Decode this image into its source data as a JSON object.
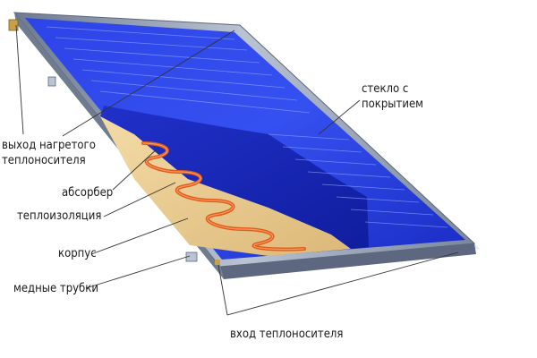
{
  "labels": {
    "outlet_line1": "выход нагретого",
    "outlet_line2": "теплоносителя",
    "glass_line1": "стекло с",
    "glass_line2": "покрытием",
    "absorber": "абсорбер",
    "insulation": "теплоизоляция",
    "housing": "корпус",
    "tubes": "медные трубки",
    "inlet": "вход теплоносителя"
  },
  "colors": {
    "glass_blue": "#2a3fe0",
    "glass_deep": "#1020b0",
    "frame_steel": "#9aa6b8",
    "insulation_tan": "#e8c98e",
    "copper_tube": "#e05a1c"
  }
}
